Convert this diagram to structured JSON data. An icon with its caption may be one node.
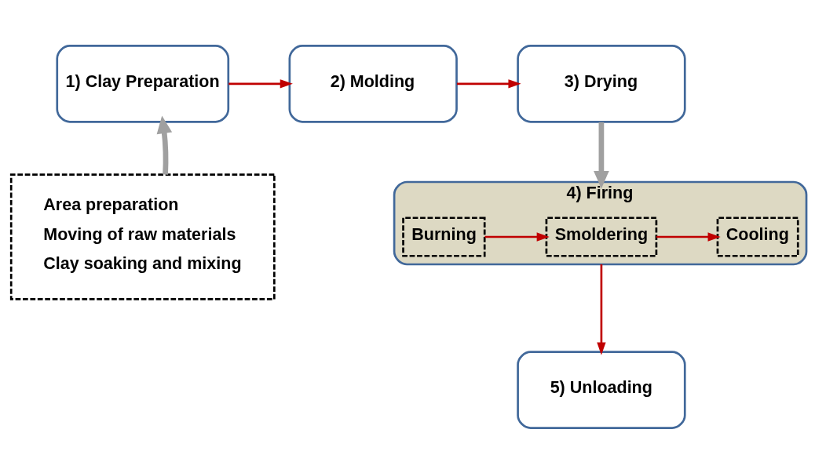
{
  "diagram": {
    "nodes": [
      {
        "text": [
          "1) Clay Preparation"
        ]
      },
      {
        "text": [
          "2) Molding"
        ]
      },
      {
        "text": [
          "3) Drying"
        ]
      },
      {
        "text": [
          "4) Firing"
        ]
      },
      {
        "text": [
          "Burning"
        ],
        "in": 3
      },
      {
        "text": [
          "Smoldering"
        ],
        "in": 3
      },
      {
        "text": [
          "Cooling"
        ],
        "in": 3
      },
      {
        "text": [
          "5) Unloading"
        ]
      },
      {
        "text": [
          "Area preparation",
          "Moving of raw materials",
          "Clay soaking and mixing"
        ]
      }
    ],
    "edges": [
      {
        "from": 0,
        "to": 1,
        "arrow": "to"
      },
      {
        "from": 1,
        "to": 2,
        "arrow": "to"
      },
      {
        "from": 2,
        "to": 3,
        "arrow": "to",
        "style": "thick",
        "color": "#a0a0a0"
      },
      {
        "from": 4,
        "to": 5,
        "arrow": "to"
      },
      {
        "from": 5,
        "to": 6,
        "arrow": "to"
      },
      {
        "from": 3,
        "to": 7,
        "arrow": "to"
      },
      {
        "from": 8,
        "to": 0,
        "arrow": "to",
        "style": "thick",
        "color": "#a0a0a0"
      }
    ]
  }
}
